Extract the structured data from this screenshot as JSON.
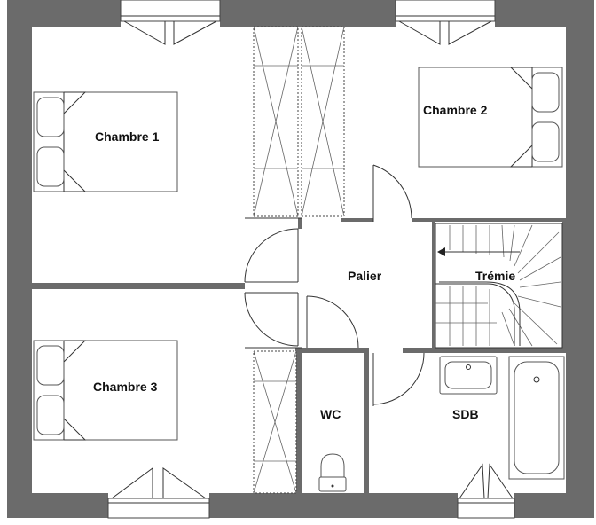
{
  "rooms": {
    "chambre1": "Chambre 1",
    "chambre2": "Chambre 2",
    "chambre3": "Chambre 3",
    "palier": "Palier",
    "tremie": "Trémie",
    "wc": "WC",
    "sdb": "SDB"
  },
  "colors": {
    "wall": "#6b6b6b",
    "line": "#333333",
    "background": "#ffffff"
  }
}
